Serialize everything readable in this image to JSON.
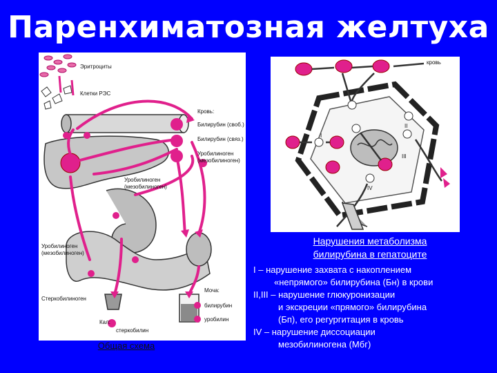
{
  "title": "Паренхиматозная желтуха",
  "colors": {
    "background": "#0000ff",
    "accent": "#e0208c",
    "text": "#ffffff"
  },
  "left_panel": {
    "labels": {
      "erythrocytes": "Эритроциты",
      "res_cells": "Клетки РЭС",
      "blood": "Кровь:",
      "bili_free": "Билирубин (своб.)",
      "bili_bound": "Билирубин (связ.)",
      "urobilinogen_blood_1": "Уробилиноген",
      "urobilinogen_blood_2": "(мезобилиноген)",
      "urobilinogen_mid_1": "Уробилиноген",
      "urobilinogen_mid_2": "(мезобилиноген)",
      "urobilinogen_low_1": "Уробилиноген",
      "urobilinogen_low_2": "(мезобилиноген)",
      "stercobilinogen": "Стеркобилиноген",
      "urine": "Моча:",
      "urine_bilirubin": "билирубин",
      "urine_urobilin": "уробилин",
      "feces": "Кал:",
      "stercobilin": "стеркобилин"
    },
    "caption": "Общая схема"
  },
  "right_panel": {
    "labels": {
      "blood": "кровь",
      "i": "I",
      "ii": "II",
      "iii": "III",
      "iv": "IV"
    },
    "heading_line1": "Нарушения метаболизма",
    "heading_line2": "билирубина в гепатоците"
  },
  "legend": [
    "I –   нарушение захвата с накоплением",
    "«непрямого» билирубина (Бн) в крови",
    "II,III – нарушение глюкуронизации",
    "и экскреции «прямого» билирубина",
    "(Бп), его регургитация в кровь",
    "IV –  нарушение диссоциации",
    "мезобилиногена (Мбг)"
  ]
}
